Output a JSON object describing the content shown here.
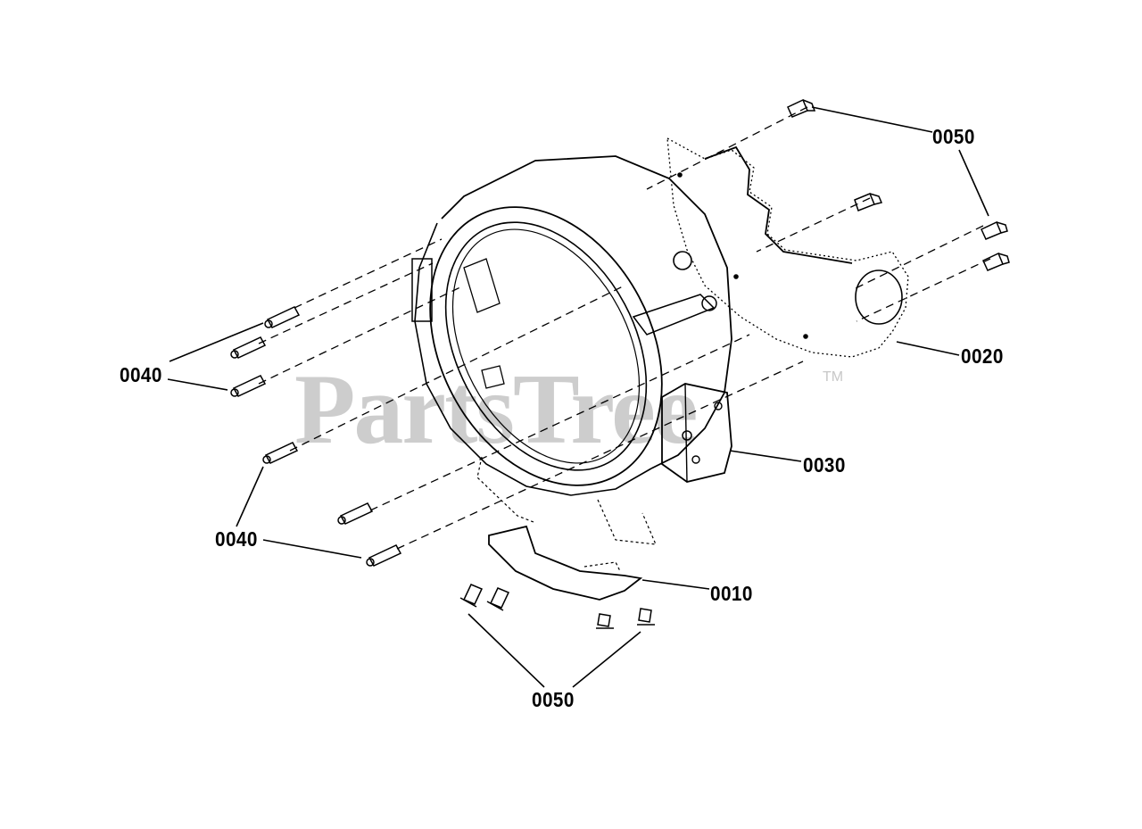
{
  "watermark": {
    "text": "PartsTree",
    "trademark": "TM"
  },
  "callouts": {
    "c0050_top": "0050",
    "c0020": "0020",
    "c0040_upper": "0040",
    "c0030": "0030",
    "c0040_lower": "0040",
    "c0010": "0010",
    "c0050_bottom": "0050"
  }
}
